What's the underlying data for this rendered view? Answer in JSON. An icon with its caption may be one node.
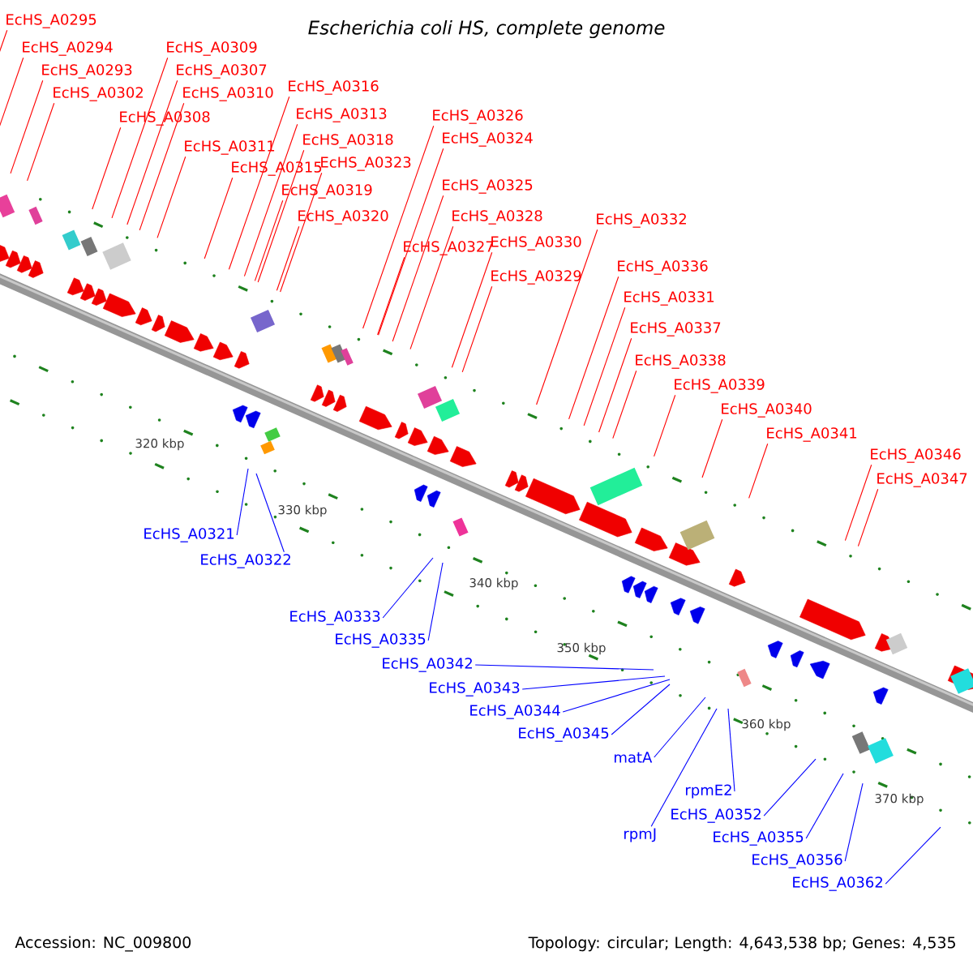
{
  "diagram": {
    "title": "Escherichia coli HS, complete genome",
    "nodes": [
      {
        "text": [
          "EcHS_A0293"
        ]
      },
      {
        "text": [
          "EcHS_A0294"
        ]
      },
      {
        "text": [
          "EcHS_A0295"
        ]
      },
      {
        "text": [
          "EcHS_A0302"
        ]
      },
      {
        "text": [
          "EcHS_A0307"
        ]
      },
      {
        "text": [
          "EcHS_A0308"
        ]
      },
      {
        "text": [
          "EcHS_A0309"
        ]
      },
      {
        "text": [
          "EcHS_A0310"
        ]
      },
      {
        "text": [
          "EcHS_A0311"
        ]
      },
      {
        "text": [
          "EcHS_A0313"
        ]
      },
      {
        "text": [
          "EcHS_A0315"
        ]
      },
      {
        "text": [
          "EcHS_A0316"
        ]
      },
      {
        "text": [
          "EcHS_A0318"
        ]
      },
      {
        "text": [
          "EcHS_A0319"
        ]
      },
      {
        "text": [
          "EcHS_A0320"
        ]
      },
      {
        "text": [
          "EcHS_A0323"
        ]
      },
      {
        "text": [
          "EcHS_A0324"
        ]
      },
      {
        "text": [
          "EcHS_A0325"
        ]
      },
      {
        "text": [
          "EcHS_A0326"
        ]
      },
      {
        "text": [
          "EcHS_A0327"
        ]
      },
      {
        "text": [
          "EcHS_A0328"
        ]
      },
      {
        "text": [
          "EcHS_A0329"
        ]
      },
      {
        "text": [
          "EcHS_A0330"
        ]
      },
      {
        "text": [
          "EcHS_A0331"
        ]
      },
      {
        "text": [
          "EcHS_A0332"
        ]
      },
      {
        "text": [
          "EcHS_A0336"
        ]
      },
      {
        "text": [
          "EcHS_A0337"
        ]
      },
      {
        "text": [
          "EcHS_A0338"
        ]
      },
      {
        "text": [
          "EcHS_A0339"
        ]
      },
      {
        "text": [
          "EcHS_A0340"
        ]
      },
      {
        "text": [
          "EcHS_A0341"
        ]
      },
      {
        "text": [
          "EcHS_A0346"
        ]
      },
      {
        "text": [
          "EcHS_A0347"
        ]
      },
      {
        "text": [
          "EcHS_A0321"
        ]
      },
      {
        "text": [
          "EcHS_A0322"
        ]
      },
      {
        "text": [
          "EcHS_A0333"
        ]
      },
      {
        "text": [
          "EcHS_A0335"
        ]
      },
      {
        "text": [
          "EcHS_A0342"
        ]
      },
      {
        "text": [
          "EcHS_A0343"
        ]
      },
      {
        "text": [
          "EcHS_A0344"
        ]
      },
      {
        "text": [
          "EcHS_A0345"
        ]
      },
      {
        "text": [
          "matA"
        ]
      },
      {
        "text": [
          "rpmE2"
        ]
      },
      {
        "text": [
          "rpmJ"
        ]
      },
      {
        "text": [
          "EcHS_A0352"
        ]
      },
      {
        "text": [
          "EcHS_A0355"
        ]
      },
      {
        "text": [
          "EcHS_A0356"
        ]
      },
      {
        "text": [
          "EcHS_A0362"
        ]
      }
    ],
    "edges": [
      {
        "from": 0,
        "to": null,
        "arrow": "none"
      },
      {
        "from": 1,
        "to": null,
        "arrow": "none"
      },
      {
        "from": 2,
        "to": null,
        "arrow": "none"
      },
      {
        "from": 3,
        "to": null,
        "arrow": "none"
      },
      {
        "from": 4,
        "to": null,
        "arrow": "none"
      },
      {
        "from": 5,
        "to": null,
        "arrow": "none"
      },
      {
        "from": 6,
        "to": null,
        "arrow": "none"
      },
      {
        "from": 7,
        "to": null,
        "arrow": "none"
      },
      {
        "from": 8,
        "to": null,
        "arrow": "none"
      },
      {
        "from": 9,
        "to": null,
        "arrow": "none"
      },
      {
        "from": 10,
        "to": null,
        "arrow": "none"
      },
      {
        "from": 11,
        "to": null,
        "arrow": "none"
      },
      {
        "from": 12,
        "to": null,
        "arrow": "none"
      },
      {
        "from": 13,
        "to": null,
        "arrow": "none"
      },
      {
        "from": 14,
        "to": null,
        "arrow": "none"
      },
      {
        "from": 15,
        "to": null,
        "arrow": "none"
      },
      {
        "from": 16,
        "to": null,
        "arrow": "none"
      },
      {
        "from": 17,
        "to": null,
        "arrow": "none"
      },
      {
        "from": 18,
        "to": null,
        "arrow": "none"
      },
      {
        "from": 19,
        "to": null,
        "arrow": "none"
      },
      {
        "from": 20,
        "to": null,
        "arrow": "none"
      },
      {
        "from": 21,
        "to": null,
        "arrow": "none"
      },
      {
        "from": 22,
        "to": null,
        "arrow": "none"
      },
      {
        "from": 23,
        "to": null,
        "arrow": "none"
      },
      {
        "from": 24,
        "to": null,
        "arrow": "none"
      },
      {
        "from": 25,
        "to": null,
        "arrow": "none"
      },
      {
        "from": 26,
        "to": null,
        "arrow": "none"
      },
      {
        "from": 27,
        "to": null,
        "arrow": "none"
      },
      {
        "from": 28,
        "to": null,
        "arrow": "none"
      },
      {
        "from": 29,
        "to": null,
        "arrow": "none"
      },
      {
        "from": 30,
        "to": null,
        "arrow": "none"
      },
      {
        "from": 31,
        "to": null,
        "arrow": "none"
      },
      {
        "from": 32,
        "to": null,
        "arrow": "none"
      },
      {
        "from": 33,
        "to": null,
        "arrow": "none",
        "color": "#0000ff"
      },
      {
        "from": 34,
        "to": null,
        "arrow": "none",
        "color": "#0000ff"
      },
      {
        "from": 35,
        "to": null,
        "arrow": "none",
        "color": "#0000ff"
      },
      {
        "from": 36,
        "to": null,
        "arrow": "none",
        "color": "#0000ff"
      },
      {
        "from": 37,
        "to": null,
        "arrow": "none",
        "color": "#0000ff"
      },
      {
        "from": 38,
        "to": null,
        "arrow": "none",
        "color": "#0000ff"
      },
      {
        "from": 39,
        "to": null,
        "arrow": "none",
        "color": "#0000ff"
      },
      {
        "from": 40,
        "to": null,
        "arrow": "none",
        "color": "#0000ff"
      },
      {
        "from": 41,
        "to": null,
        "arrow": "none",
        "color": "#0000ff"
      },
      {
        "from": 42,
        "to": null,
        "arrow": "none",
        "color": "#0000ff"
      },
      {
        "from": 43,
        "to": null,
        "arrow": "none",
        "color": "#0000ff"
      },
      {
        "from": 44,
        "to": null,
        "arrow": "none",
        "color": "#0000ff"
      },
      {
        "from": 45,
        "to": null,
        "arrow": "none",
        "color": "#0000ff"
      },
      {
        "from": 46,
        "to": null,
        "arrow": "none",
        "color": "#0000ff"
      },
      {
        "from": 47,
        "to": null,
        "arrow": "none",
        "color": "#0000ff"
      }
    ],
    "labels": [
      "320 kbp",
      "330 kbp",
      "340 kbp",
      "350 kbp",
      "360 kbp",
      "370 kbp",
      "Accession: NC_009800",
      "Topology: circular; Length: 4,643,538 bp; Genes: 4,535"
    ]
  }
}
